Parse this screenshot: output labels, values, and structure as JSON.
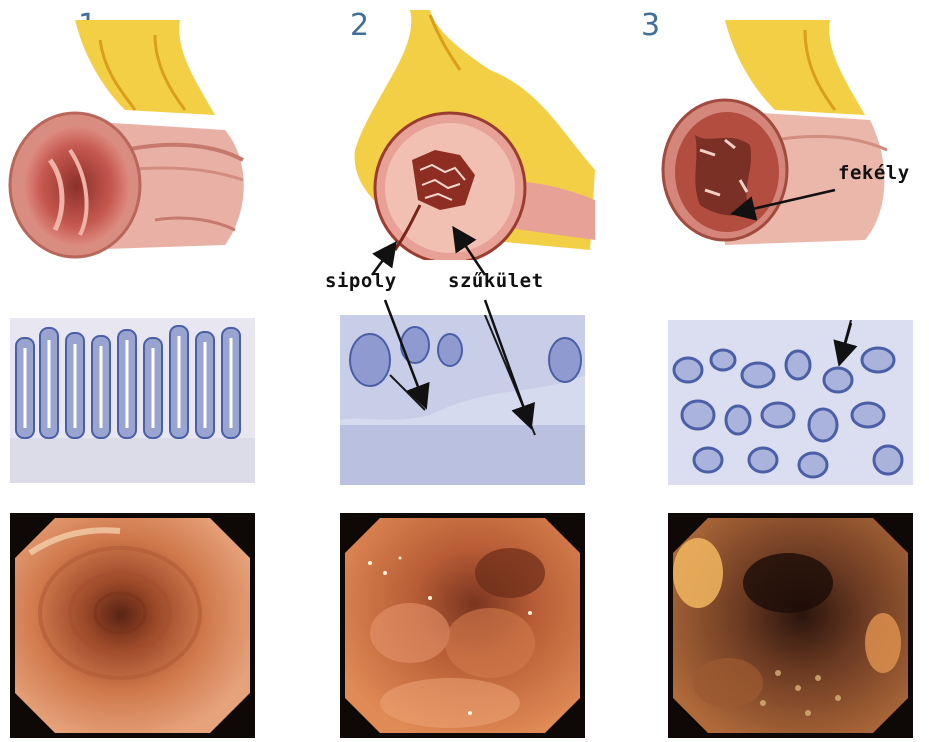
{
  "columns": [
    {
      "number": "1"
    },
    {
      "number": "2"
    },
    {
      "number": "3"
    }
  ],
  "annotations": {
    "sipoly": "sipoly",
    "szukulet": "szűkület",
    "fekely": "fekély"
  },
  "colors": {
    "number_blue": "#3f6f9a",
    "bowel_pink": "#e8a59a",
    "fat_yellow": "#f3cf45",
    "histology_blue": "#4b5fa8",
    "endoscopy_orange": "#c8673d"
  }
}
